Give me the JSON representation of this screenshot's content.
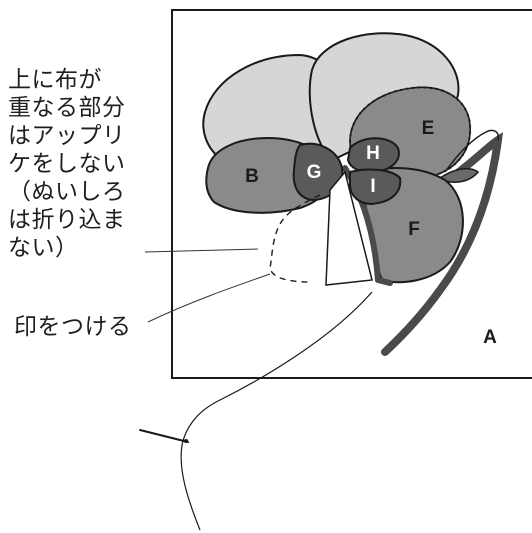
{
  "notes": {
    "applique_note": [
      "上に布が",
      "重なる部分",
      "はアップリ",
      "ケをしない",
      "（ぬいしろ",
      "は折り込ま",
      "ない）"
    ],
    "mark_note": "印をつける"
  },
  "labels": {
    "A": "A",
    "B": "B",
    "E": "E",
    "F": "F",
    "G": "G",
    "H": "H",
    "I": "I"
  },
  "colors": {
    "frame": "#1a1a1a",
    "petal_light": "#d6d6d6",
    "petal_mid": "#8a8a8a",
    "petal_dark": "#5a5a5a",
    "stem": "#4a4a4a"
  }
}
